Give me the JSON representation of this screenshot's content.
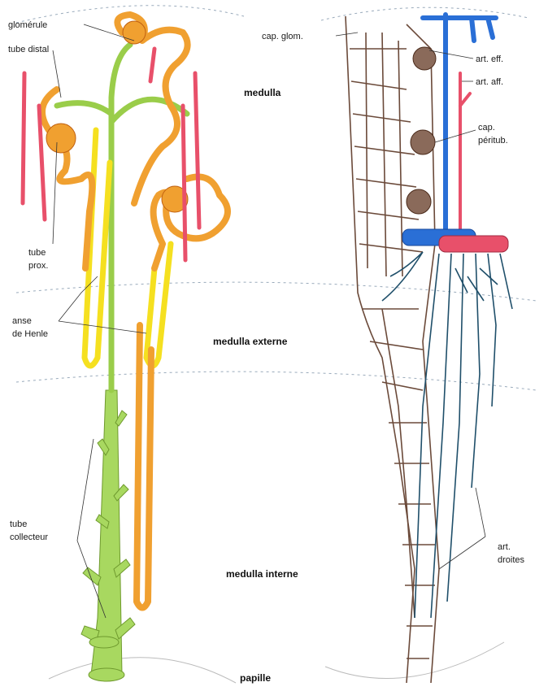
{
  "labels": {
    "glomerule": "glomérule",
    "tube_distal": "tube distal",
    "tube_prox_1": "tube",
    "tube_prox_2": "prox.",
    "anse_1": "anse",
    "anse_2": "de Henle",
    "collecteur_1": "tube",
    "collecteur_2": "collecteur",
    "cap_glom": "cap. glom.",
    "art_eff": "art. eff.",
    "art_aff": "art. aff.",
    "cap_peri_1": "cap.",
    "cap_peri_2": "péritub.",
    "art_droites_1": "art.",
    "art_droites_2": "droites"
  },
  "zones": {
    "medulla": "medulla",
    "medulla_externe": "medulla externe",
    "medulla_interne": "medulla interne",
    "papille": "papille"
  },
  "colors": {
    "proximal_tubule": "#f0a030",
    "loop_yellow": "#f5e020",
    "distal_green": "#9acd4a",
    "collecting_duct": "#a8d860",
    "capillary": "#6b4a3a",
    "artery_red": "#e8506a",
    "vein_blue": "#2a6fd6",
    "vasa_recta": "#1f4f6a"
  }
}
